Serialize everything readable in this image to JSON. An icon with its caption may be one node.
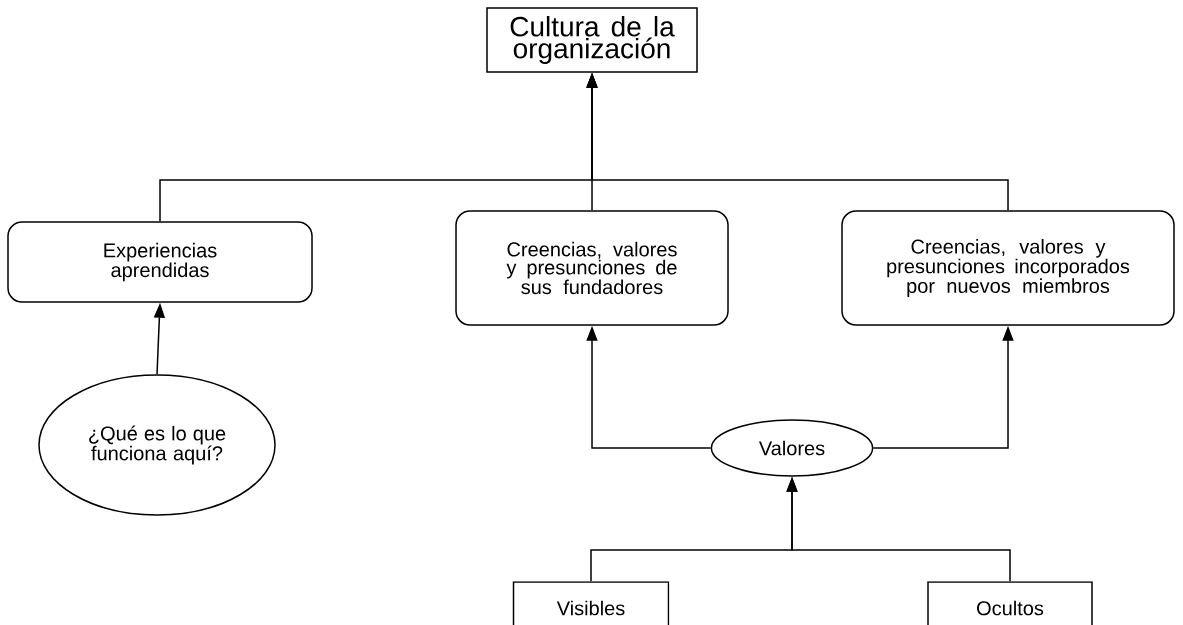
{
  "diagram": {
    "nodes": [
      {
        "text": [
          "Cultura de la organización"
        ]
      },
      {
        "text": [
          "Experiencias aprendidas"
        ]
      },
      {
        "text": [
          "Creencias, valores y presunciones de sus fundadores"
        ]
      },
      {
        "text": [
          "Creencias, valores y presunciones incorporados por nuevos miembros"
        ]
      },
      {
        "text": [
          "¿Qué es lo que funciona aquí?"
        ]
      },
      {
        "text": [
          "Valores"
        ]
      },
      {
        "text": [
          "Visibles"
        ]
      },
      {
        "text": [
          "Ocultos"
        ]
      }
    ],
    "edges": [
      {
        "from": 1,
        "to": 0,
        "arrow": "to"
      },
      {
        "from": 2,
        "to": 0,
        "arrow": "to"
      },
      {
        "from": 3,
        "to": 0,
        "arrow": "to"
      },
      {
        "from": 4,
        "to": 1,
        "arrow": "to"
      },
      {
        "from": 5,
        "to": 2,
        "arrow": "to"
      },
      {
        "from": 5,
        "to": 3,
        "arrow": "to"
      },
      {
        "from": 6,
        "to": 5,
        "arrow": "to"
      },
      {
        "from": 7,
        "to": 5,
        "arrow": "to"
      }
    ]
  }
}
